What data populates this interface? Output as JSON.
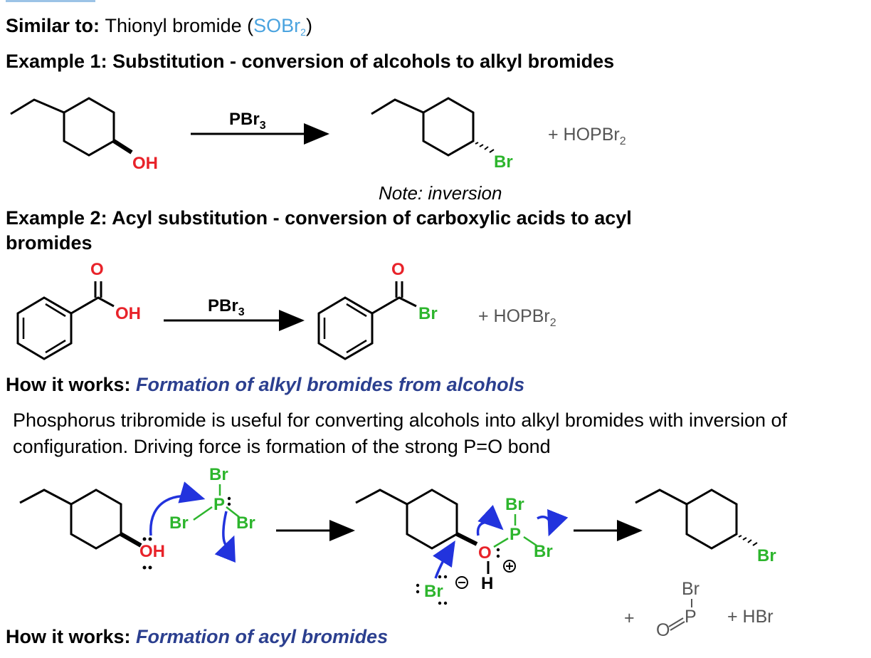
{
  "similar": {
    "label": "Similar to:",
    "text": "Thionyl bromide (",
    "reagent_main": "SOBr",
    "reagent_sub": "2",
    "close": ")"
  },
  "example1": {
    "title": "Example 1: Substitution - conversion of alcohols to alkyl bromides",
    "reagent": "PBr3",
    "oh": "OH",
    "br": "Br",
    "byproduct": "+ HOPBr2",
    "note": "Note: inversion"
  },
  "example2": {
    "title_line1": "Example 2: Acyl substitution - conversion of carboxylic acids to acyl",
    "title_line2": "bromides",
    "reagent": "PBr3",
    "o": "O",
    "oh": "OH",
    "br": "Br",
    "byproduct": "+ HOPBr2"
  },
  "how1": {
    "label": "How it works:",
    "title": "Formation of alkyl bromides from alcohols"
  },
  "paragraph": "Phosphorus tribromide is useful for converting alcohols into alkyl bromides with inversion of configuration. Driving force is formation of the strong P=O bond",
  "mechanism": {
    "oh": "OH",
    "br": "Br",
    "p": "P",
    "o": "O",
    "h": "H",
    "plus1": "+",
    "hbr": "+ HBr"
  },
  "how2": {
    "label": "How it works:",
    "title": "Formation of acyl bromides"
  },
  "colors": {
    "oxygen": "#e8232a",
    "bromine": "#2db52d",
    "arrow": "#2233dd",
    "heading_link": "#2b3f8f",
    "reagent_link": "#4aa3df"
  }
}
